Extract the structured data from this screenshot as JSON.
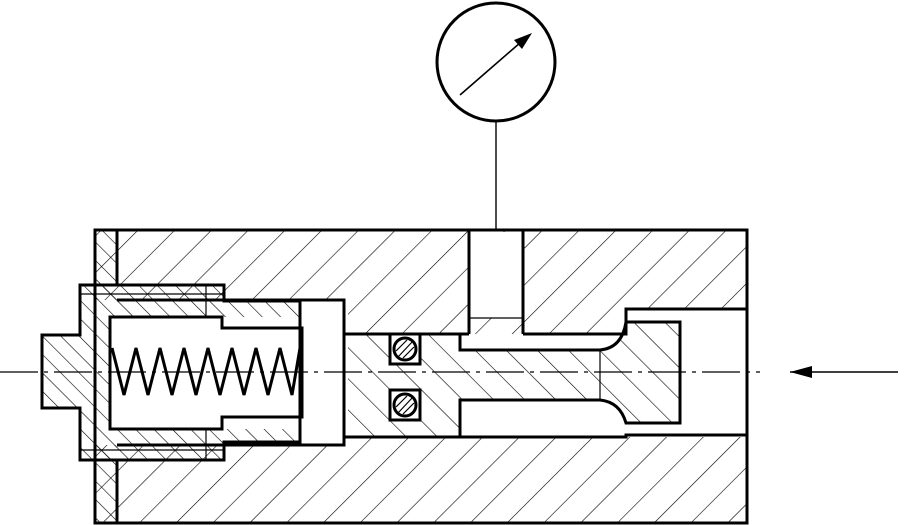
{
  "drawing": {
    "type": "technical-section-view",
    "elements": [
      "valve-body-section",
      "pressure-gauge",
      "compression-spring",
      "plug-screw",
      "piston",
      "o-ring-seals",
      "centerline",
      "flow-direction-arrow"
    ],
    "line_color": "#000000",
    "background_color": "#ffffff"
  }
}
